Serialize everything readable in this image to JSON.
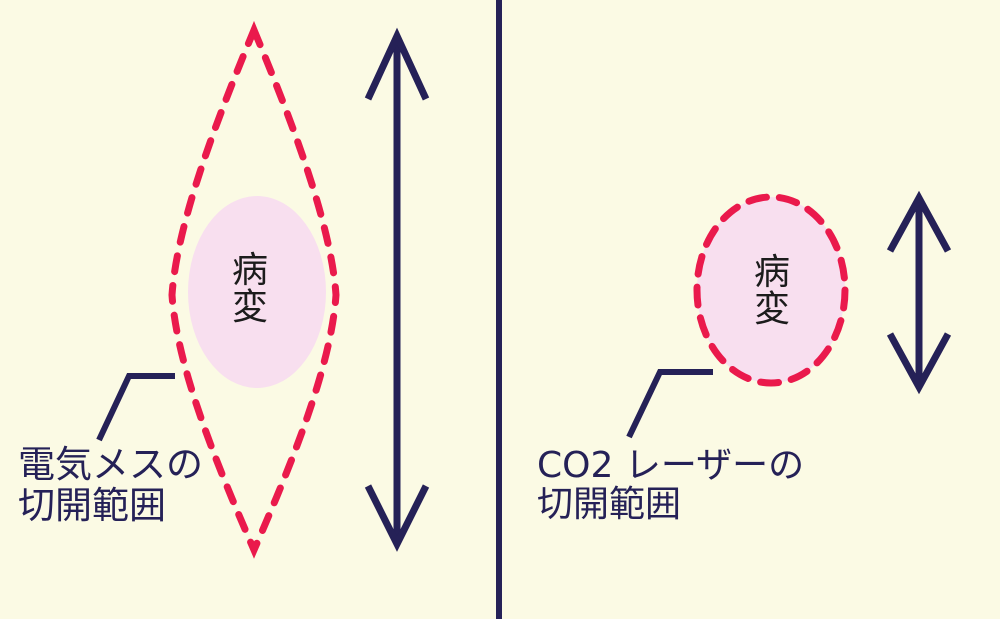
{
  "figure": {
    "type": "medical-comparison-diagram",
    "colors": {
      "background": "#FBFAE4",
      "divider": "#252157",
      "arrow": "#252157",
      "leader_line": "#252157",
      "incision_outline_red": "#EA1A4C",
      "lesion_fill_pink": "#F8DFEF",
      "lesion_text": "#1C1C1C",
      "caption_text": "#252157"
    },
    "left_panel": {
      "lesion_label": "病変",
      "caption_line1": "電気メスの",
      "caption_line2": "切開範囲",
      "incision_shape": "tall-dashed-diamond",
      "extent_arrow": "large-vertical-double-arrow"
    },
    "right_panel": {
      "lesion_label": "病変",
      "caption_line1": "CO2 レーザーの",
      "caption_line2": "切開範囲",
      "incision_shape": "dashed-ellipse",
      "extent_arrow": "small-vertical-double-arrow"
    }
  }
}
